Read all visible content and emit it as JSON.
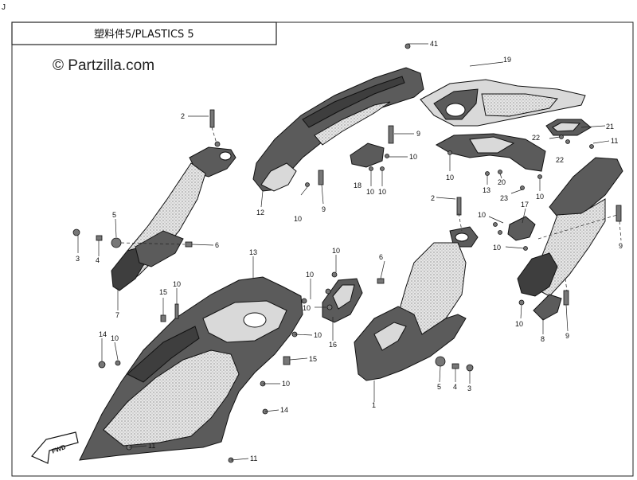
{
  "corner_mark": "J",
  "title": "塑料件5/PLASTICS 5",
  "watermark": "© Partzilla.com",
  "fwd_label": "FWD",
  "callouts": [
    {
      "id": "c41a",
      "text": "41"
    },
    {
      "id": "c19",
      "text": "19"
    },
    {
      "id": "c2a",
      "text": "2"
    },
    {
      "id": "c9a",
      "text": "9"
    },
    {
      "id": "c21",
      "text": "21"
    },
    {
      "id": "c10a",
      "text": "10"
    },
    {
      "id": "c22a",
      "text": "22"
    },
    {
      "id": "c11a",
      "text": "11"
    },
    {
      "id": "c22b",
      "text": "22"
    },
    {
      "id": "c18",
      "text": "18"
    },
    {
      "id": "c10b",
      "text": "10"
    },
    {
      "id": "c10c",
      "text": "10"
    },
    {
      "id": "c10d",
      "text": "10"
    },
    {
      "id": "c13a",
      "text": "13"
    },
    {
      "id": "c20",
      "text": "20"
    },
    {
      "id": "c10e",
      "text": "10"
    },
    {
      "id": "c23",
      "text": "23"
    },
    {
      "id": "c12",
      "text": "12"
    },
    {
      "id": "c10f",
      "text": "10"
    },
    {
      "id": "c9b",
      "text": "9"
    },
    {
      "id": "c2b",
      "text": "2"
    },
    {
      "id": "c10g",
      "text": "10"
    },
    {
      "id": "c17",
      "text": "17"
    },
    {
      "id": "c9c",
      "text": "9"
    },
    {
      "id": "c5a",
      "text": "5"
    },
    {
      "id": "c3a",
      "text": "3"
    },
    {
      "id": "c4a",
      "text": "4"
    },
    {
      "id": "c6a",
      "text": "6"
    },
    {
      "id": "c10h",
      "text": "10"
    },
    {
      "id": "c7",
      "text": "7"
    },
    {
      "id": "c13b",
      "text": "13"
    },
    {
      "id": "c10i",
      "text": "10"
    },
    {
      "id": "c6b",
      "text": "6"
    },
    {
      "id": "c10j",
      "text": "10"
    },
    {
      "id": "c10k",
      "text": "10"
    },
    {
      "id": "c15a",
      "text": "15"
    },
    {
      "id": "c10l",
      "text": "10"
    },
    {
      "id": "c14a",
      "text": "14"
    },
    {
      "id": "c10m",
      "text": "10"
    },
    {
      "id": "c10n",
      "text": "10"
    },
    {
      "id": "c16",
      "text": "16"
    },
    {
      "id": "c15b",
      "text": "15"
    },
    {
      "id": "c10o",
      "text": "10"
    },
    {
      "id": "c14b",
      "text": "14"
    },
    {
      "id": "c11b",
      "text": "11"
    },
    {
      "id": "c11c",
      "text": "11"
    },
    {
      "id": "c1",
      "text": "1"
    },
    {
      "id": "c5b",
      "text": "5"
    },
    {
      "id": "c4b",
      "text": "4"
    },
    {
      "id": "c3b",
      "text": "3"
    },
    {
      "id": "c8",
      "text": "8"
    },
    {
      "id": "c9d",
      "text": "9"
    },
    {
      "id": "c10p",
      "text": "10"
    }
  ]
}
